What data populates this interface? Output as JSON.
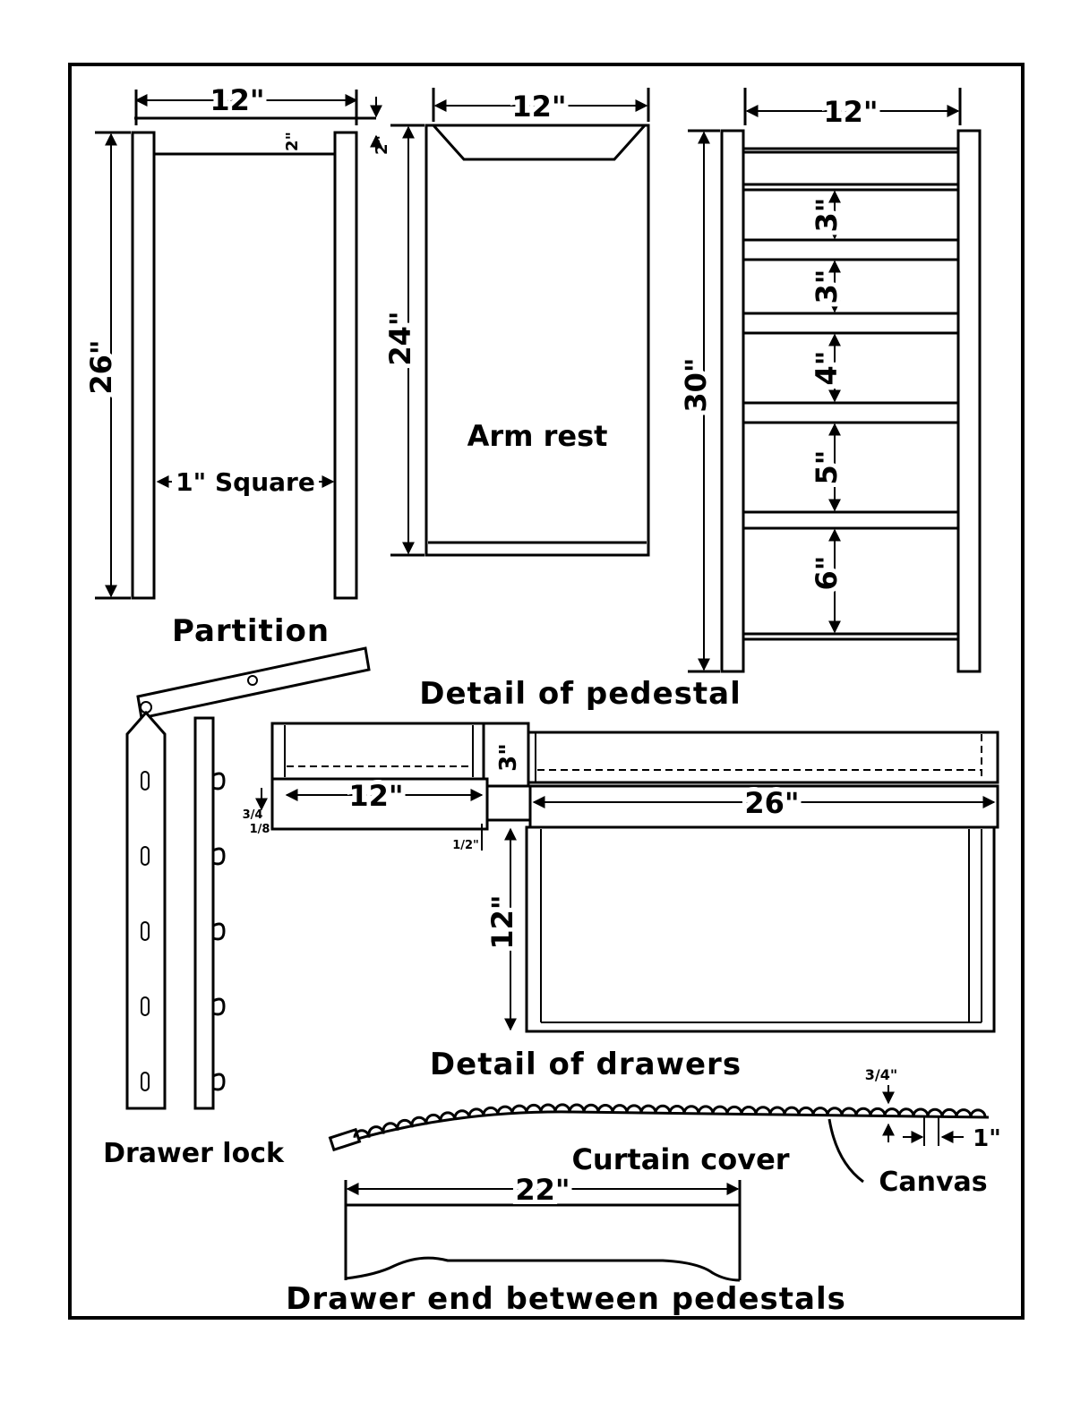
{
  "labels": {
    "partition": "Partition",
    "arm_rest": "Arm rest",
    "detail_of_pedestal": "Detail of pedestal",
    "detail_of_drawers": "Detail of drawers",
    "drawer_lock": "Drawer lock",
    "curtain_cover": "Curtain cover",
    "canvas": "Canvas",
    "drawer_end": "Drawer end between pedestals",
    "one_inch_square": "1\" Square"
  },
  "dimensions": {
    "partition_width": "12\"",
    "partition_height": "26\"",
    "partition_top_a": "2\"",
    "partition_top_b": "2\"",
    "armrest_width": "12\"",
    "armrest_height": "24\"",
    "pedestal_width": "12\"",
    "pedestal_height": "30\"",
    "pedestal_gaps": [
      "3\"",
      "3\"",
      "4\"",
      "5\"",
      "6\""
    ],
    "drawers_left_width": "12\"",
    "drawers_right_width": "26\"",
    "drawers_mid_height": "3\"",
    "drawers_height": "12\"",
    "drawers_small_a": "3/4",
    "drawers_small_b": "1/8",
    "drawers_small_c": "1/2\"",
    "curtain_slat": "3/4\"",
    "curtain_space": "1\"",
    "drawer_end_width": "22\""
  }
}
